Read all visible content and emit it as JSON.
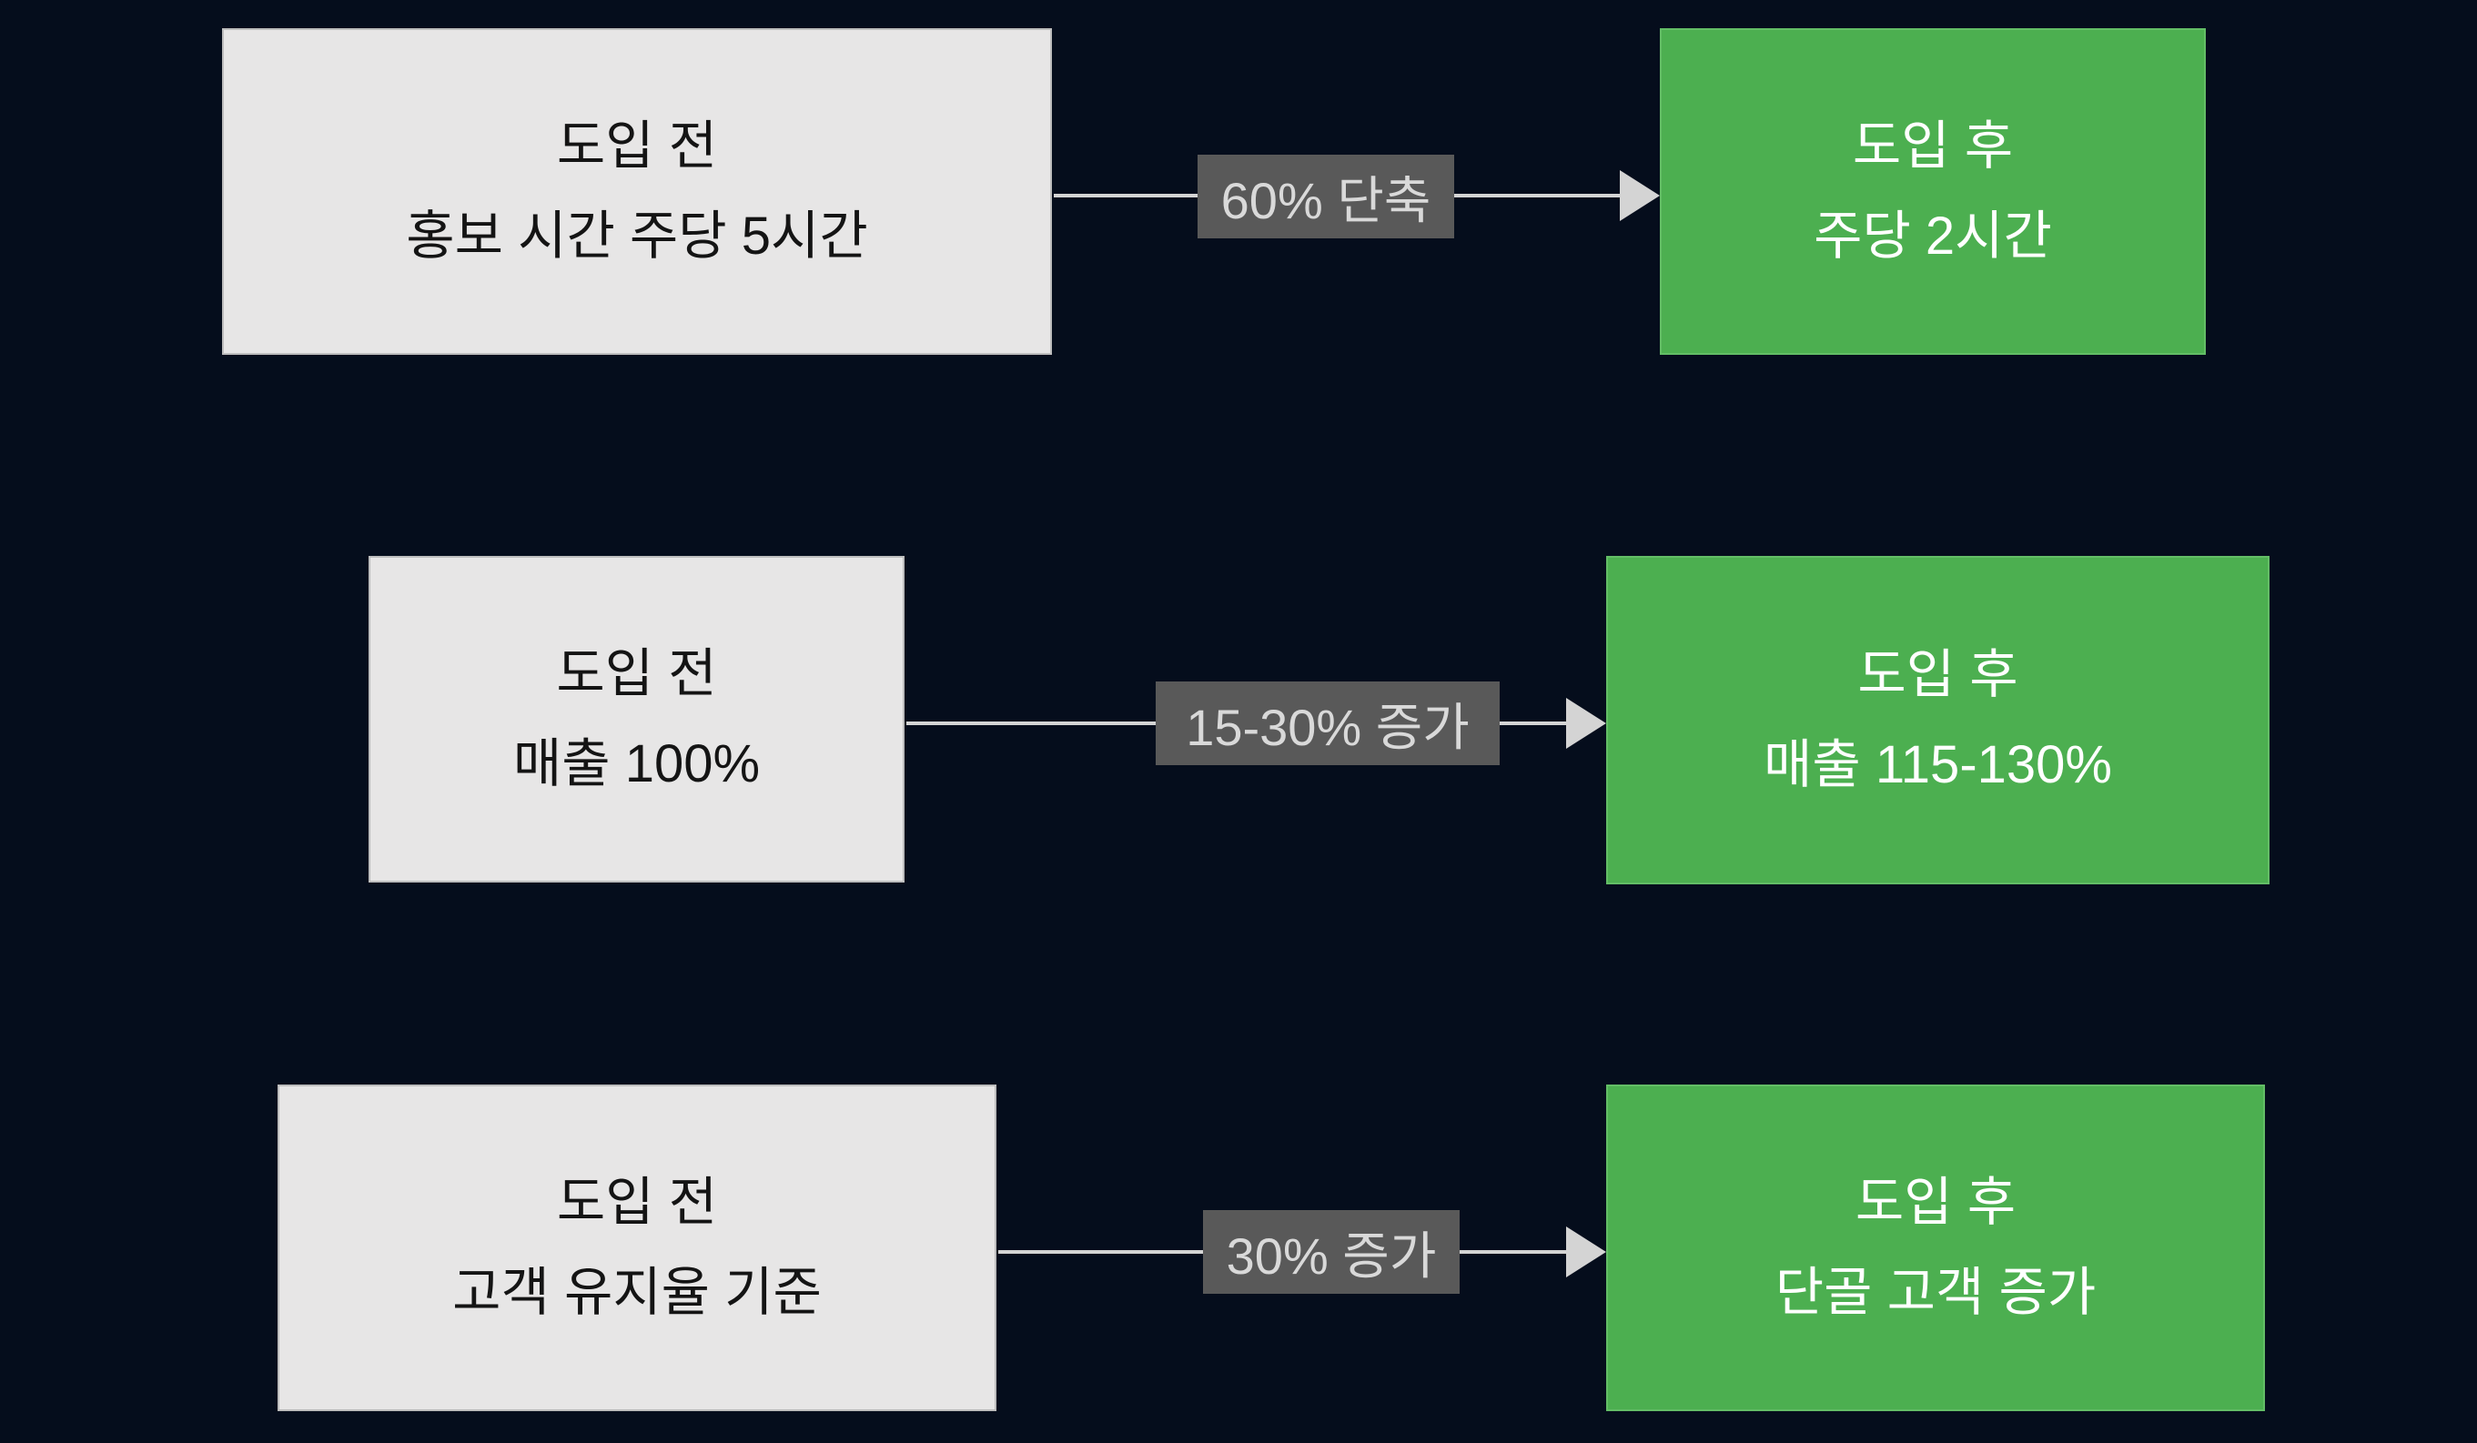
{
  "colors": {
    "background": "#050d1c",
    "before_box_fill": "#e7e6e6",
    "after_box_fill": "#4caf50",
    "arrow_label_fill": "#595959",
    "arrow_color": "#d4d4d4"
  },
  "rows": [
    {
      "before": {
        "line1": "도입 전",
        "line2": "홍보 시간 주당 5시간"
      },
      "arrow_label": "60% 단축",
      "after": {
        "line1": "도입 후",
        "line2": "주당 2시간"
      }
    },
    {
      "before": {
        "line1": "도입 전",
        "line2": "매출 100%"
      },
      "arrow_label": "15-30% 증가",
      "after": {
        "line1": "도입 후",
        "line2": "매출 115-130%"
      }
    },
    {
      "before": {
        "line1": "도입 전",
        "line2": "고객 유지율 기준"
      },
      "arrow_label": "30% 증가",
      "after": {
        "line1": "도입 후",
        "line2": "단골 고객 증가"
      }
    }
  ]
}
